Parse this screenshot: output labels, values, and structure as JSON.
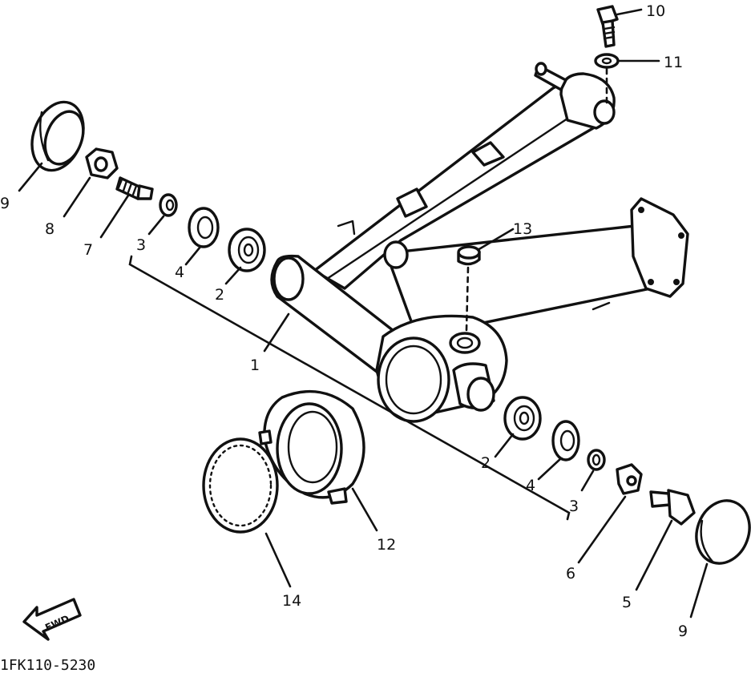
{
  "diagram": {
    "part_code": "1FK110-5230",
    "front_arrow_label": "FWD",
    "callouts": {
      "c1": "1",
      "c2a": "2",
      "c2b": "2",
      "c3a": "3",
      "c3b": "3",
      "c4a": "4",
      "c4b": "4",
      "c5": "5",
      "c6": "6",
      "c7": "7",
      "c8": "8",
      "c9a": "9",
      "c9b": "9",
      "c10": "10",
      "c11": "11",
      "c12": "12",
      "c13": "13",
      "c14": "14"
    }
  }
}
